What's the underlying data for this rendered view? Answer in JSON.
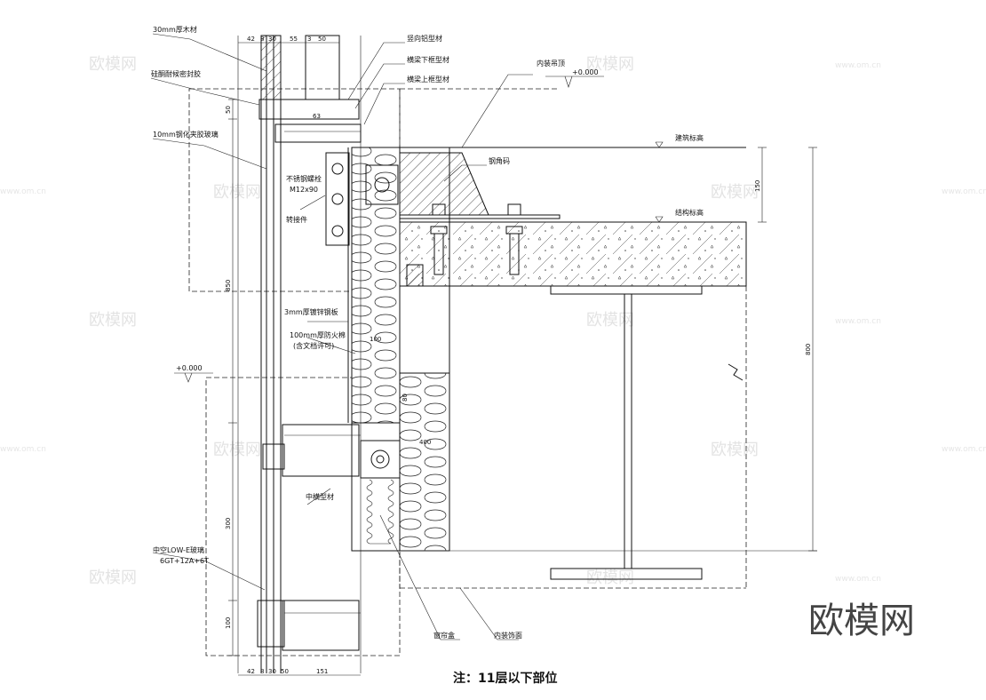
{
  "note": "注：11层以下部位",
  "watermark": {
    "brand": "欧模网",
    "url": "www.om.cn"
  },
  "levels": {
    "ceiling": "+0.000",
    "window": "+0.000"
  },
  "labels": {
    "wood_panel": "30mm厚木材",
    "sealant": "硅酮耐候密封胶",
    "laminated_glass": "10mm钢化夹胶玻璃",
    "wall_profile": "竖向铝型材",
    "lower_beam": "横梁下框型材",
    "upper_beam": "横梁上框型材",
    "interior_ceiling": "内装吊顶",
    "steel_angle": "钢角码",
    "finish_level": "建筑标高",
    "structure_level": "结构标高",
    "stainless_bolt": "不锈钢螺栓",
    "bolt_spec": "M12x90",
    "connector": "转接件",
    "galvanized_sheet": "3mm厚镀锌钢板",
    "fire_rockwool": "100mm厚防火棉",
    "fire_note": "(含文档许可)",
    "mid_transom": "中横型材",
    "insulated_glass": "中空LOW-E玻璃",
    "glass_spec": "6GT+12A+6T",
    "curtain_box": "窗帘盒",
    "interior_finish": "内装饰面"
  },
  "dims": {
    "t42": "42",
    "t8": "8",
    "t30": "30",
    "t55": "55",
    "t3": "3",
    "t50": "50",
    "b42": "42",
    "b8": "8",
    "b30": "30",
    "b50": "50",
    "b151": "151",
    "v50": "50",
    "v850": "850",
    "v300": "300",
    "v100": "100",
    "r150": "150",
    "r800": "800",
    "i63a": "63",
    "i100": "100",
    "i80": "80",
    "i400": "400"
  }
}
